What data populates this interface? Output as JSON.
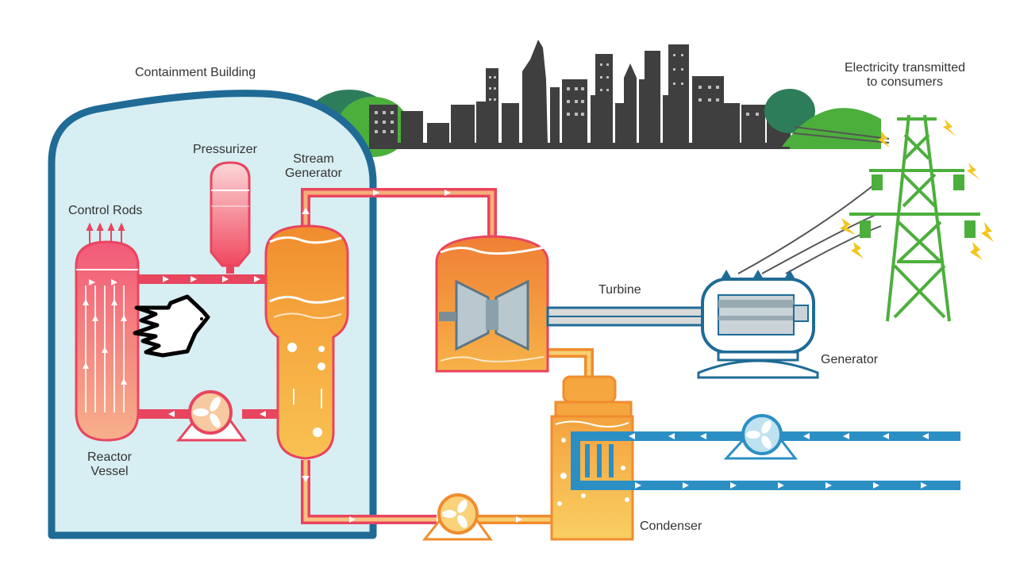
{
  "labels": {
    "containment_building": "Containment Building",
    "pressurizer": "Pressurizer",
    "steam_generator_line1": "Stream",
    "steam_generator_line2": "Generator",
    "control_rods": "Control Rods",
    "reactor_vessel_line1": "Reactor",
    "reactor_vessel_line2": "Vessel",
    "turbine": "Turbine",
    "generator": "Generator",
    "condenser": "Condenser",
    "electricity_line1": "Electricity transmitted",
    "electricity_line2": "to consumers"
  },
  "colors": {
    "containment_outline": "#1f6b96",
    "containment_fill": "#d7eef2",
    "primary_loop": "#e8455f",
    "secondary_loop": "#f08c2e",
    "cooling_loop": "#2c8fc4",
    "skyline": "#3f3f3f",
    "hills": "#3d9a4a",
    "pylon": "#4caf3c",
    "spark": "#f4c51e"
  },
  "icons": {
    "cursor": "pointing-hand-cursor-icon"
  }
}
